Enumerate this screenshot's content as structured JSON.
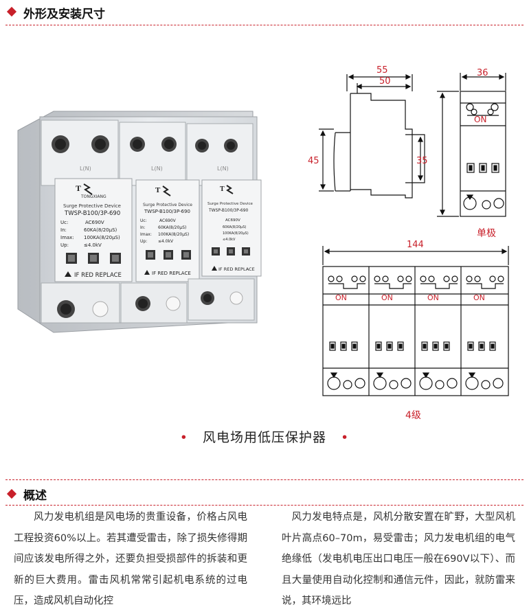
{
  "section1": {
    "title": "外形及安装尺寸"
  },
  "product": {
    "logo_text": "TONGXIANG",
    "device": "Surge Protective Device",
    "model": "TWSP-B100/3P-690",
    "spec_labels": [
      "Uc:",
      "In:",
      "Imax:",
      "Up:"
    ],
    "spec_values": [
      "AC690V",
      "60KA(8/20μS)",
      "100KA(8/20μS)",
      "≤4.0kV"
    ],
    "warning": "IF RED REPLACE",
    "terminal_label": "L(N)"
  },
  "dimensions": {
    "w55": "55",
    "w50": "50",
    "h45": "45",
    "h35": "35",
    "w36": "36",
    "on": "ON",
    "single_pole": "单极",
    "w144": "144",
    "four_pole": "4级"
  },
  "caption": {
    "dot_left": "•",
    "text": "风电场用低压保护器",
    "dot_right": "•"
  },
  "section2": {
    "title": "概述"
  },
  "overview": {
    "left": "风力发电机组是风电场的贵重设备，价格占风电工程投资60%以上。若其遭受雷击，除了损失修得期间应该发电所得之外，还要负担受损部件的拆装和更新的巨大费用。雷击风机常常引起机电系统的过电压，造成风机自动化控",
    "right": "风力发电特点是，风机分散安置在旷野，大型风机叶片高点60–70m，易受雷击；风力发电机组的电气绝缘低（发电机电压出口电压一般在690V以下）、而且大量使用自动化控制和通信元件，因此，就防雷来说，其环境远比"
  }
}
